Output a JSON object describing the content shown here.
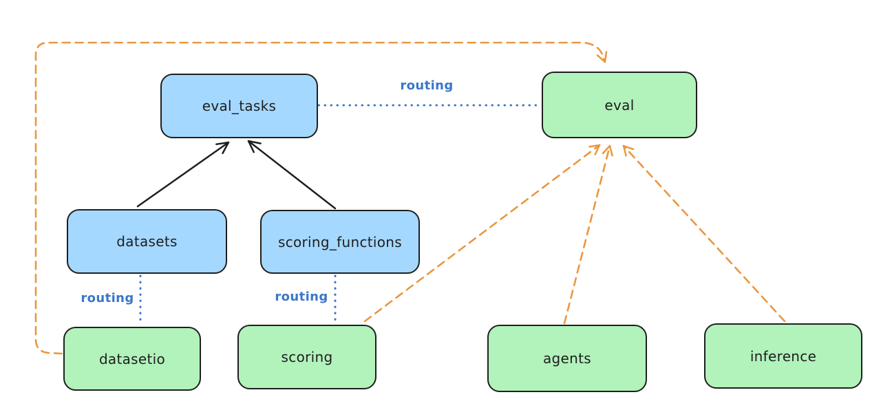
{
  "diagram": {
    "type": "architecture-diagram",
    "background": "#ffffff",
    "colors": {
      "api_node_fill": "#a5d8ff",
      "provider_node_fill": "#b2f2bb",
      "node_stroke": "#1e1e1e",
      "solid_arrow": "#1e1e1e",
      "routing_blue": "#3b76c9",
      "provider_arrow_orange": "#ea973e"
    },
    "nodes": [
      {
        "id": "eval_tasks",
        "label": "eval_tasks",
        "kind": "blue"
      },
      {
        "id": "eval",
        "label": "eval",
        "kind": "green"
      },
      {
        "id": "datasets",
        "label": "datasets",
        "kind": "blue"
      },
      {
        "id": "scoring_functions",
        "label": "scoring_functions",
        "kind": "blue"
      },
      {
        "id": "datasetio",
        "label": "datasetio",
        "kind": "green"
      },
      {
        "id": "scoring",
        "label": "scoring",
        "kind": "green"
      },
      {
        "id": "agents",
        "label": "agents",
        "kind": "green"
      },
      {
        "id": "inference",
        "label": "inference",
        "kind": "green"
      }
    ],
    "edges": [
      {
        "from": "datasets",
        "to": "eval_tasks",
        "style": "solid",
        "arrow": true,
        "color": "black"
      },
      {
        "from": "scoring_functions",
        "to": "eval_tasks",
        "style": "solid",
        "arrow": true,
        "color": "black"
      },
      {
        "from": "eval_tasks",
        "to": "eval",
        "style": "dotted",
        "arrow": false,
        "color": "blue",
        "label": "routing"
      },
      {
        "from": "datasets",
        "to": "datasetio",
        "style": "dotted",
        "arrow": false,
        "color": "blue",
        "label": "routing"
      },
      {
        "from": "scoring_functions",
        "to": "scoring",
        "style": "dotted",
        "arrow": false,
        "color": "blue",
        "label": "routing"
      },
      {
        "from": "datasetio",
        "to": "eval",
        "style": "dashed",
        "arrow": true,
        "color": "orange"
      },
      {
        "from": "scoring",
        "to": "eval",
        "style": "dashed",
        "arrow": true,
        "color": "orange"
      },
      {
        "from": "agents",
        "to": "eval",
        "style": "dashed",
        "arrow": true,
        "color": "orange"
      },
      {
        "from": "inference",
        "to": "eval",
        "style": "dashed",
        "arrow": true,
        "color": "orange"
      }
    ]
  }
}
